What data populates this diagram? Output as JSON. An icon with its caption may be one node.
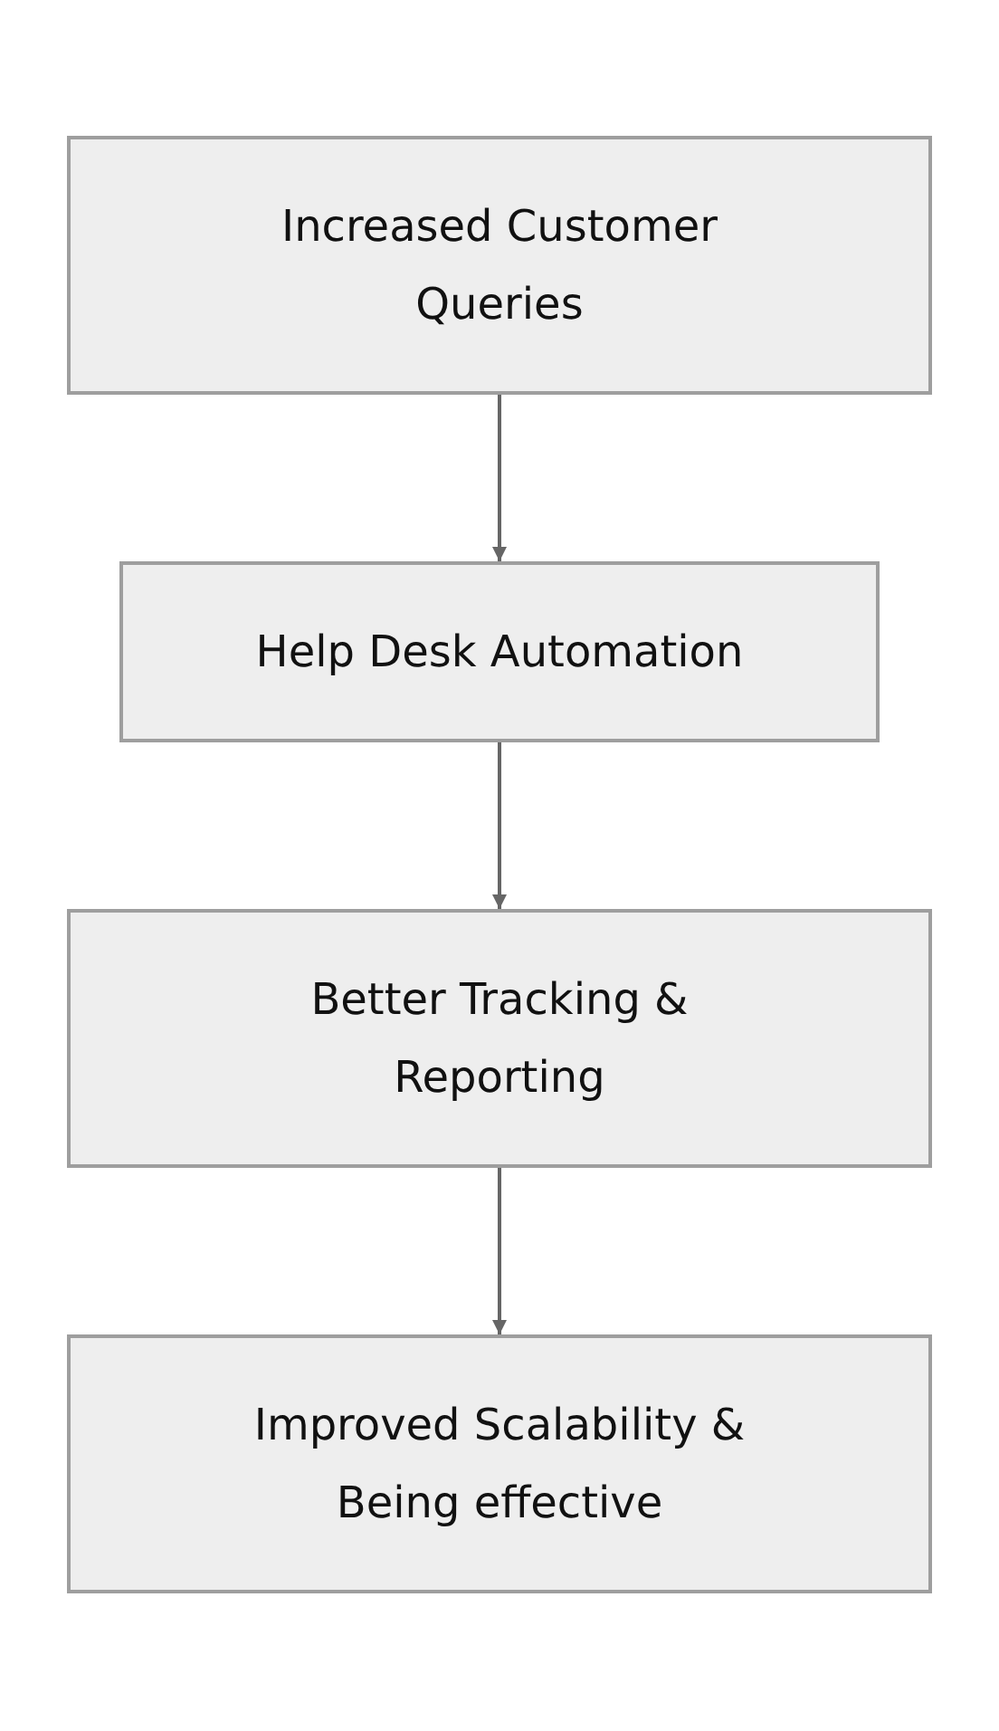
{
  "diagram": {
    "nodes": [
      {
        "text": [
          "Increased Customer Queries"
        ]
      },
      {
        "text": [
          "Help Desk Automation"
        ]
      },
      {
        "text": [
          "Better Tracking & Reporting"
        ]
      },
      {
        "text": [
          "Improved Scalability & Being effective"
        ]
      }
    ],
    "edges": [
      {
        "from": 0,
        "to": 1,
        "arrow": "to"
      },
      {
        "from": 1,
        "to": 2,
        "arrow": "to"
      },
      {
        "from": 2,
        "to": 3,
        "arrow": "to"
      }
    ]
  }
}
